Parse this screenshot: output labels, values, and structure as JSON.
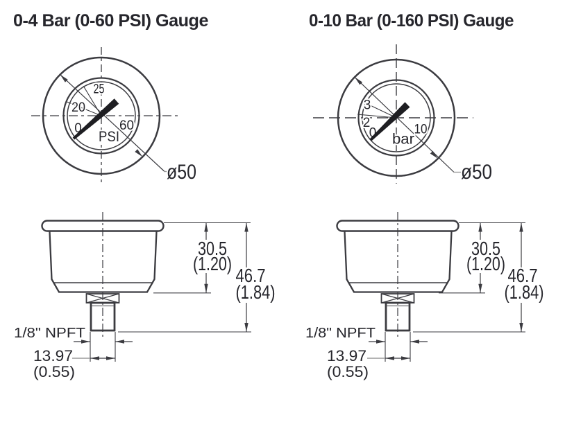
{
  "views": {
    "gauge_60psi": {
      "title": "0-4 Bar (0-60 PSI) Gauge",
      "dial_labels": [
        "25",
        "20",
        "0",
        "60"
      ],
      "unit": "PSI",
      "diameter": "ø50"
    },
    "gauge_10bar": {
      "title": "0-10 Bar (0-160 PSI) Gauge",
      "dial_labels": [
        "3",
        "2",
        "0",
        "10"
      ],
      "unit": "bar",
      "diameter": "ø50"
    },
    "dimensions": {
      "upper_height_mm": "30.5",
      "upper_height_in": "(1.20)",
      "total_height_mm": "46.7",
      "total_height_in": "(1.84)",
      "thread": "1/8\" NPFT",
      "stem_width_mm": "13.97",
      "stem_width_in": "(0.55)"
    },
    "colors": {
      "line": "#3b3b40",
      "text": "#26262c",
      "leader": "#9a9a9a",
      "background": "#ffffff"
    }
  }
}
